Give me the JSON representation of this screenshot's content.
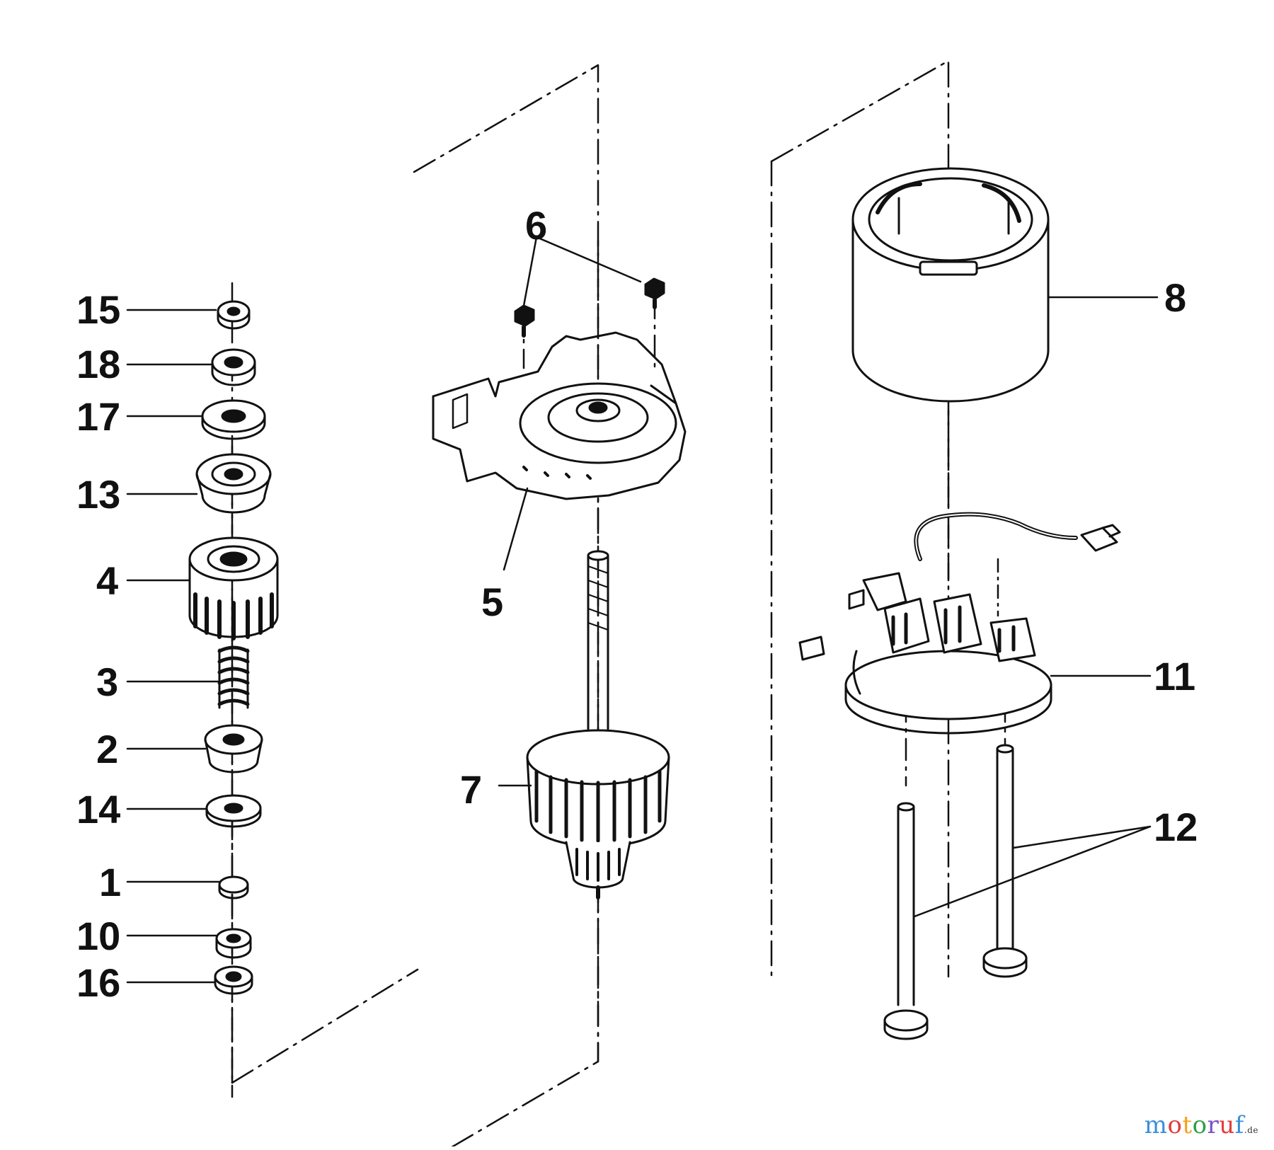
{
  "diagram": {
    "labels": {
      "p1": "1",
      "p2": "2",
      "p3": "3",
      "p4": "4",
      "p5": "5",
      "p6": "6",
      "p7": "7",
      "p8": "8",
      "p10": "10",
      "p11": "11",
      "p12": "12",
      "p13": "13",
      "p14": "14",
      "p15": "15",
      "p16": "16",
      "p17": "17",
      "p18": "18"
    }
  },
  "watermark": {
    "text": "motoruf",
    "suffix": ".de",
    "letter_colors": [
      "#3a8fd9",
      "#e23b3b",
      "#f2a21b",
      "#2e9e46",
      "#7a4fc9",
      "#e23b3b",
      "#3a8fd9"
    ]
  },
  "colors": {
    "ink": "#111111",
    "background": "#ffffff"
  }
}
